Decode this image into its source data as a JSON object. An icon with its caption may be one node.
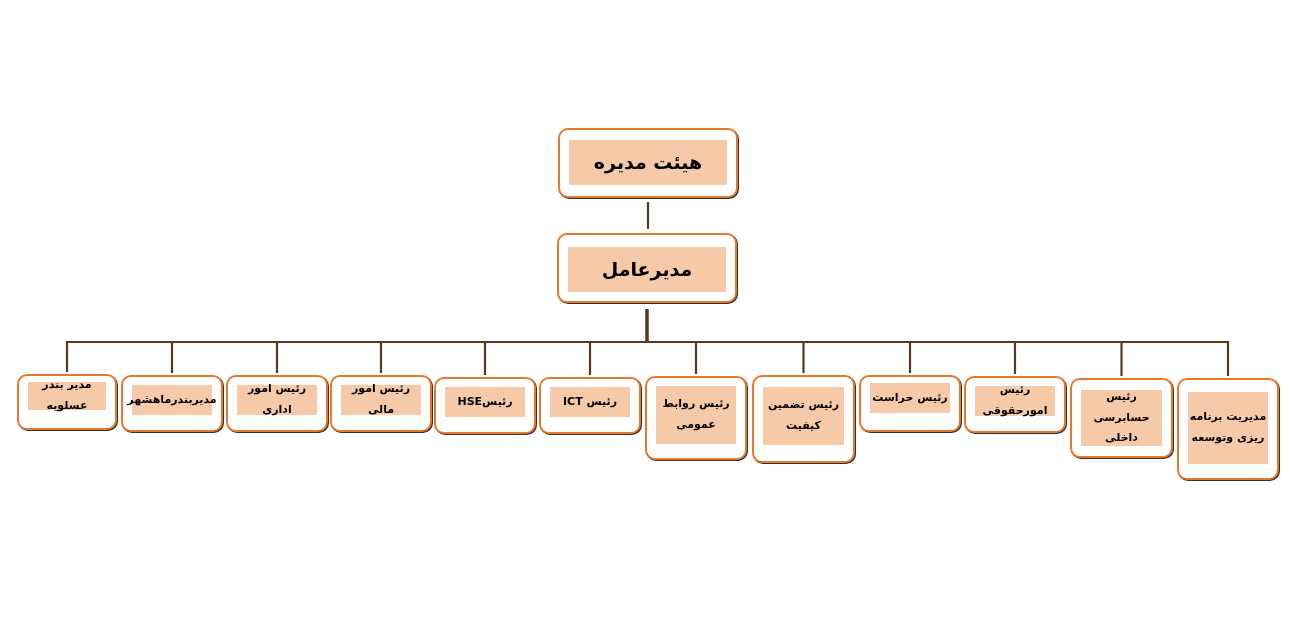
{
  "diagram": {
    "nodes": [
      {
        "text": [
          "هیئت مدیره"
        ]
      },
      {
        "text": [
          "مدیرعامل"
        ]
      },
      {
        "text": [
          "مدیر بندر عسلویه"
        ]
      },
      {
        "text": [
          "مدیربندرماهشهر"
        ]
      },
      {
        "text": [
          "رئیس امور اداری"
        ]
      },
      {
        "text": [
          "رئیس امور مالی"
        ]
      },
      {
        "text": [
          "رئیسHSE"
        ]
      },
      {
        "text": [
          "رئیس ICT"
        ]
      },
      {
        "text": [
          "رئیس روابط عمومی"
        ]
      },
      {
        "text": [
          "رئیس تضمین کیفیت"
        ]
      },
      {
        "text": [
          "رئیس حراست"
        ]
      },
      {
        "text": [
          "رئیس امورحقوقی"
        ]
      },
      {
        "text": [
          "رئیس حسابرسی داخلی"
        ]
      },
      {
        "text": [
          "مدیریت برنامه ریزی وتوسعه"
        ]
      }
    ],
    "edges": [
      {
        "from": 0,
        "to": 1,
        "arrow": "none"
      },
      {
        "from": 1,
        "to": 2,
        "arrow": "none"
      },
      {
        "from": 1,
        "to": 3,
        "arrow": "none"
      },
      {
        "from": 1,
        "to": 4,
        "arrow": "none"
      },
      {
        "from": 1,
        "to": 5,
        "arrow": "none"
      },
      {
        "from": 1,
        "to": 6,
        "arrow": "none"
      },
      {
        "from": 1,
        "to": 7,
        "arrow": "none"
      },
      {
        "from": 1,
        "to": 8,
        "arrow": "none"
      },
      {
        "from": 1,
        "to": 9,
        "arrow": "none"
      },
      {
        "from": 1,
        "to": 10,
        "arrow": "none"
      },
      {
        "from": 1,
        "to": 11,
        "arrow": "none"
      },
      {
        "from": 1,
        "to": 12,
        "arrow": "none"
      },
      {
        "from": 1,
        "to": 13,
        "arrow": "none"
      }
    ]
  }
}
